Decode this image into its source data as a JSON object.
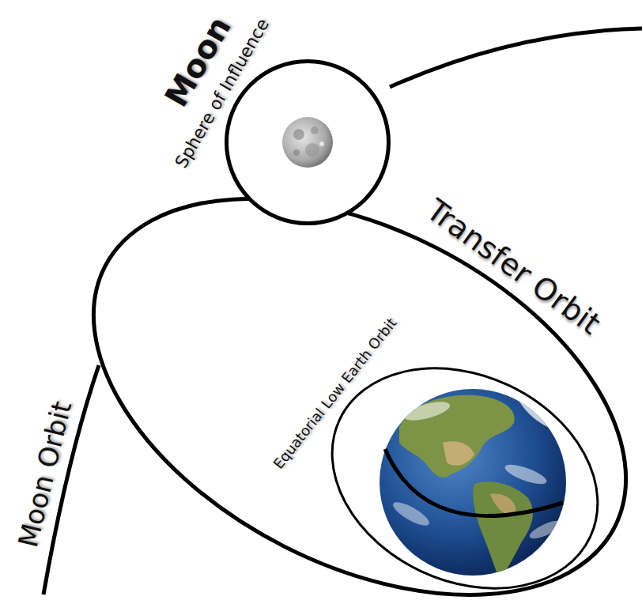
{
  "diagram": {
    "nodes": [
      {
        "text": [
          "Moon",
          "Sphere of Influence"
        ]
      }
    ],
    "labels": [
      "Transfer Orbit",
      "Equatorial Low Earth Orbit",
      "Moon Orbit"
    ]
  }
}
